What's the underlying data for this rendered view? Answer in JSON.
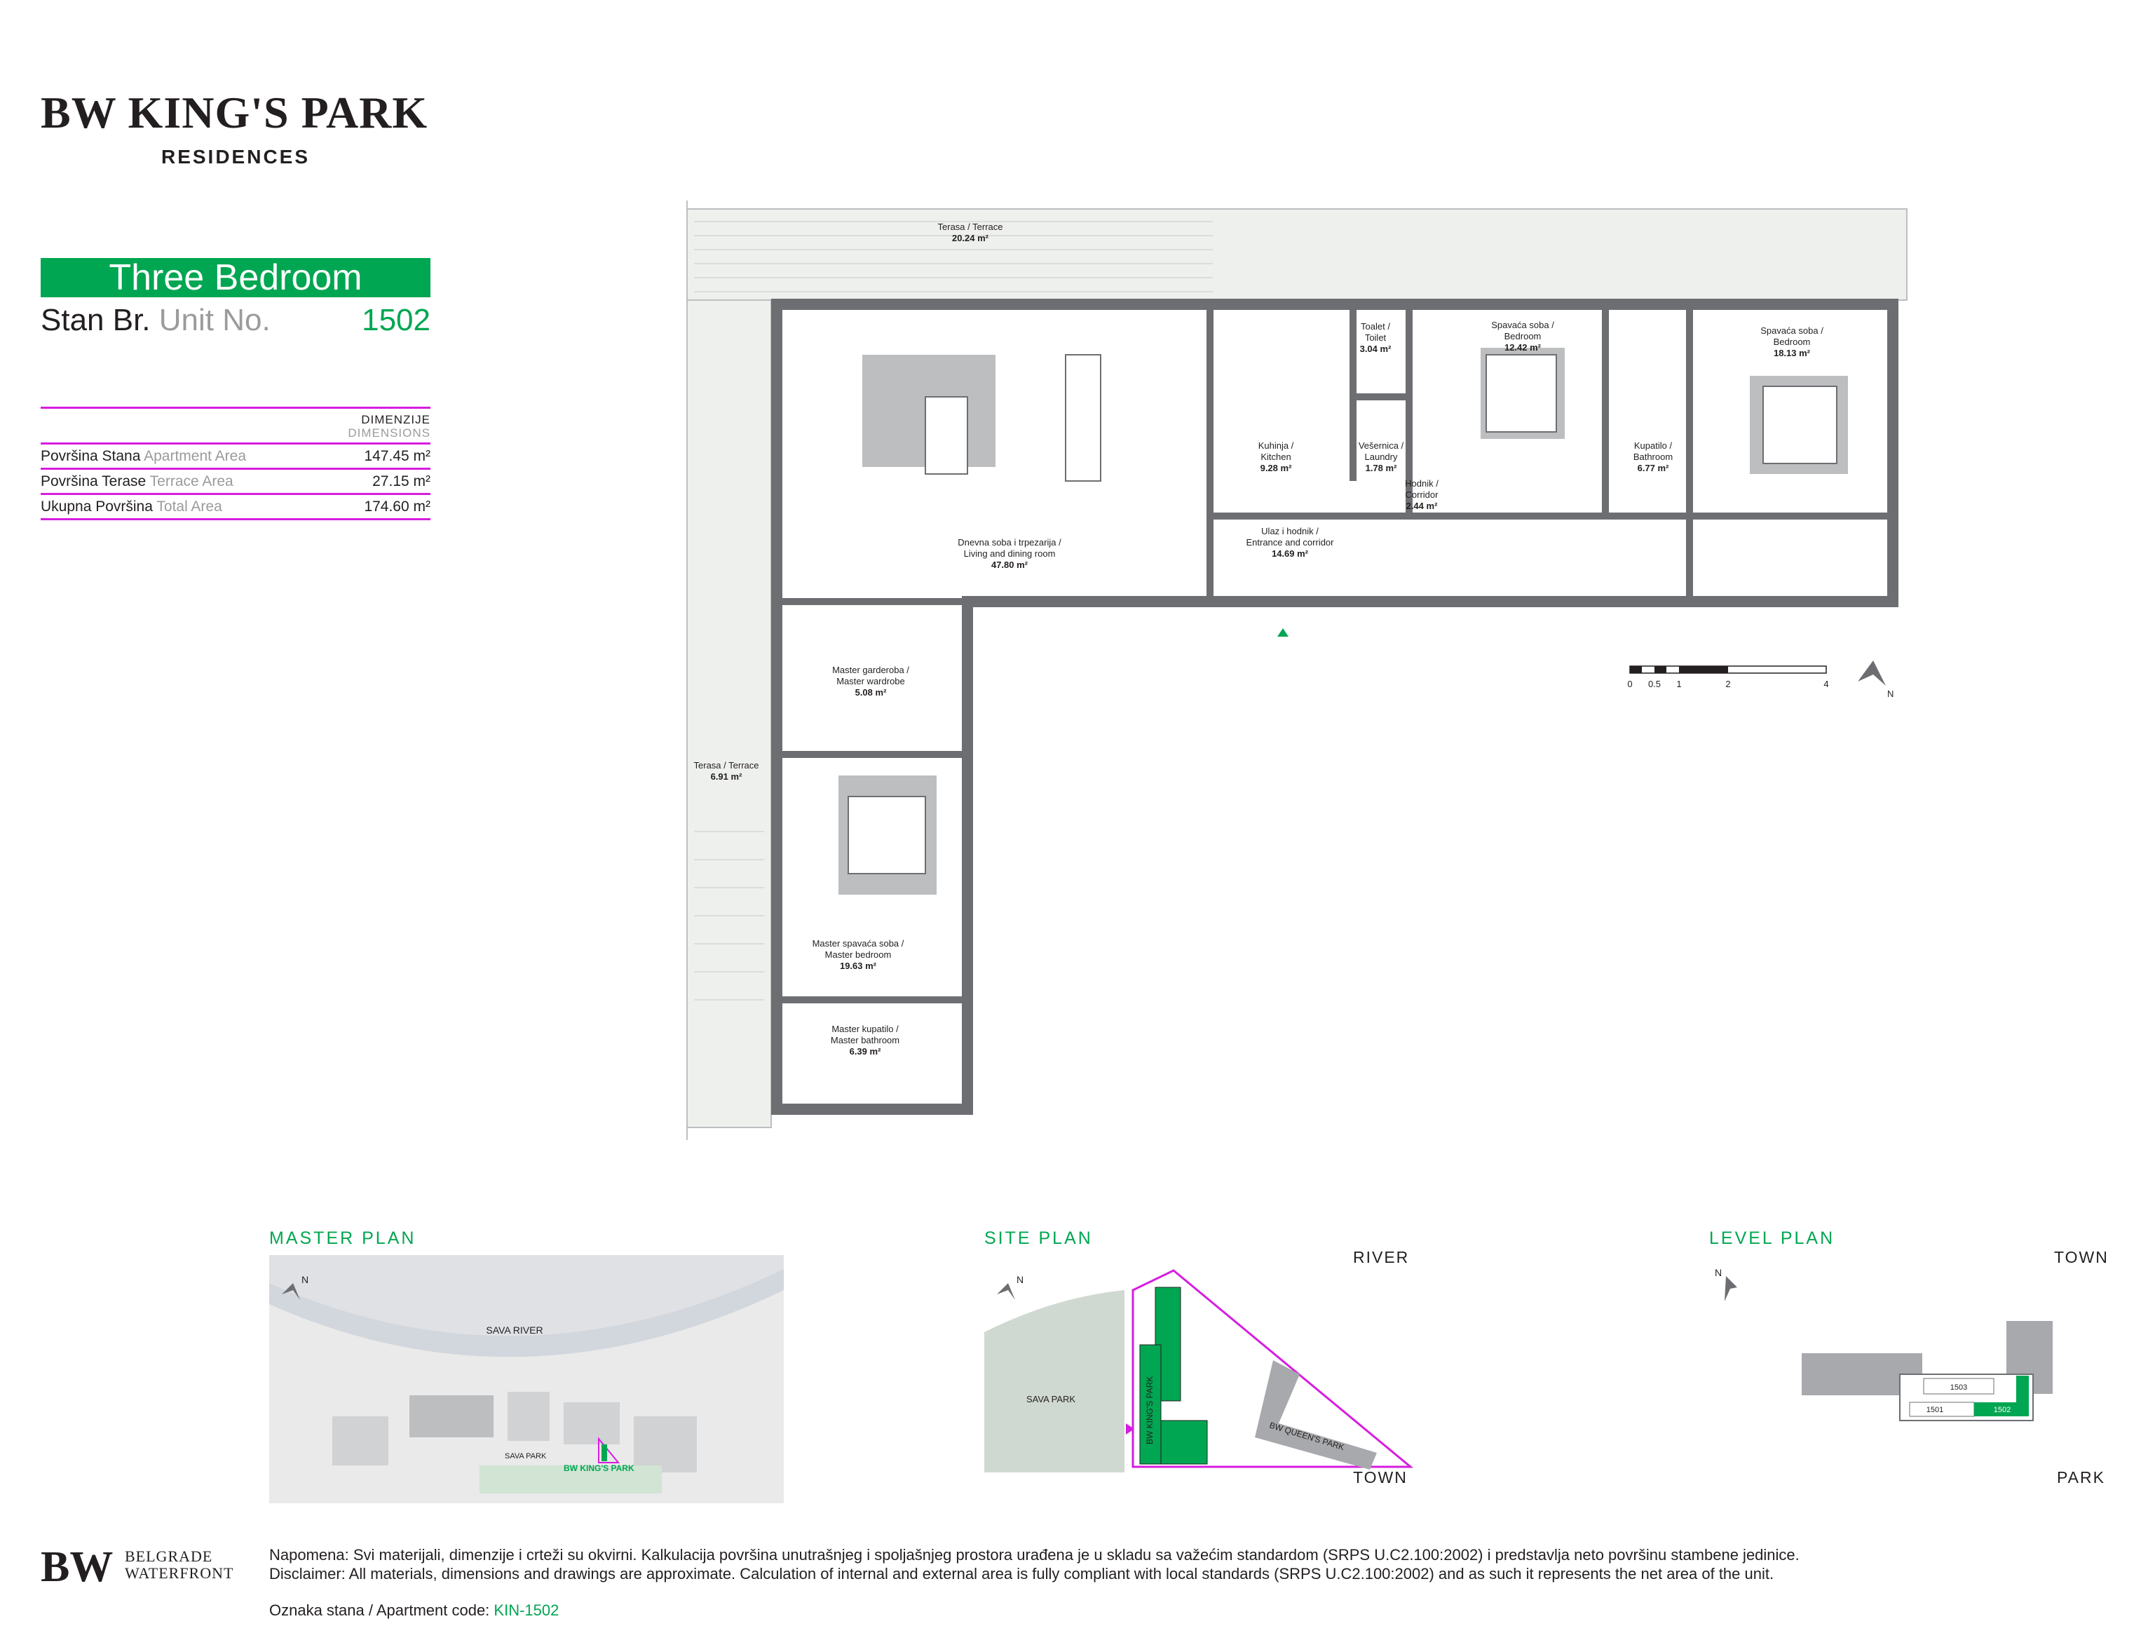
{
  "brand": {
    "logo_bw": "BW",
    "logo_name": "KING'S PARK",
    "logo_sub": "RESIDENCES"
  },
  "unit": {
    "type": "Three Bedroom",
    "label_local": "Stan Br.",
    "label_en": "Unit No.",
    "number": "1502"
  },
  "dimensions": {
    "header_local": "DIMENZIJE",
    "header_en": "DIMENSIONS",
    "rows": [
      {
        "label_local": "Površina Stana",
        "label_en": "Apartment Area",
        "value": "147.45 m²"
      },
      {
        "label_local": "Površina Terase",
        "label_en": "Terrace Area",
        "value": "27.15 m²"
      },
      {
        "label_local": "Ukupna Površina",
        "label_en": "Total Area",
        "value": "174.60 m²"
      }
    ]
  },
  "floorplan": {
    "rooms": [
      {
        "l1": "Terasa / Terrace",
        "l2": "",
        "area": "20.24 m²"
      },
      {
        "l1": "Dnevna soba i trpezarija /",
        "l2": "Living and dining room",
        "area": "47.80 m²"
      },
      {
        "l1": "Kuhinja /",
        "l2": "Kitchen",
        "area": "9.28 m²"
      },
      {
        "l1": "Toalet /",
        "l2": "Toilet",
        "area": "3.04 m²"
      },
      {
        "l1": "Vešernica /",
        "l2": "Laundry",
        "area": "1.78 m²"
      },
      {
        "l1": "Hodnik /",
        "l2": "Corridor",
        "area": "2.44 m²"
      },
      {
        "l1": "Ulaz i hodnik /",
        "l2": "Entrance and corridor",
        "area": "14.69 m²"
      },
      {
        "l1": "Spavaća soba /",
        "l2": "Bedroom",
        "area": "12.42 m²"
      },
      {
        "l1": "Kupatilo /",
        "l2": "Bathroom",
        "area": "6.77 m²"
      },
      {
        "l1": "Spavaća soba /",
        "l2": "Bedroom",
        "area": "18.13 m²"
      },
      {
        "l1": "Master garderoba /",
        "l2": "Master wardrobe",
        "area": "5.08 m²"
      },
      {
        "l1": "Terasa / Terrace",
        "l2": "",
        "area": "6.91 m²"
      },
      {
        "l1": "Master spavaća soba /",
        "l2": "Master bedroom",
        "area": "19.63 m²"
      },
      {
        "l1": "Master kupatilo /",
        "l2": "Master bathroom",
        "area": "6.39 m²"
      }
    ],
    "scale_ticks": [
      "0",
      "0.5",
      "1",
      "2",
      "4"
    ],
    "north_label": "N"
  },
  "master_plan": {
    "title": "MASTER PLAN",
    "river": "SAVA RIVER",
    "park": "SAVA PARK",
    "building": "BW KING'S PARK",
    "north": "N"
  },
  "site_plan": {
    "title": "SITE PLAN",
    "river": "RIVER",
    "town": "TOWN",
    "park": "SAVA PARK",
    "kings": "BW KING'S PARK",
    "queens": "BW QUEEN'S PARK",
    "north": "N"
  },
  "level_plan": {
    "title": "LEVEL PLAN",
    "town": "TOWN",
    "park": "PARK",
    "units": [
      "1503",
      "1501",
      "1502"
    ],
    "north": "N"
  },
  "footer": {
    "logo_bw": "BW",
    "brand_l1": "BELGRADE",
    "brand_l2": "WATERFRONT",
    "note_local": "Napomena: Svi materijali, dimenzije i crteži su okvirni. Kalkulacija površina unutrašnjeg i spoljašnjeg prostora urađena je u skladu sa važećim standardom (SRPS U.C2.100:2002) i predstavlja neto površinu stambene jedinice.",
    "note_en": "Disclaimer: All materials, dimensions and drawings are approximate. Calculation of internal and external area is fully compliant with local standards (SRPS U.C2.100:2002) and as such it represents the net area of the unit.",
    "code_label": "Oznaka stana / Apartment code:",
    "code_value": "KIN-1502"
  },
  "colors": {
    "green": "#00a651",
    "magenta": "#d61ddf",
    "wall": "#6d6e71",
    "gold": "#b09a6e"
  }
}
